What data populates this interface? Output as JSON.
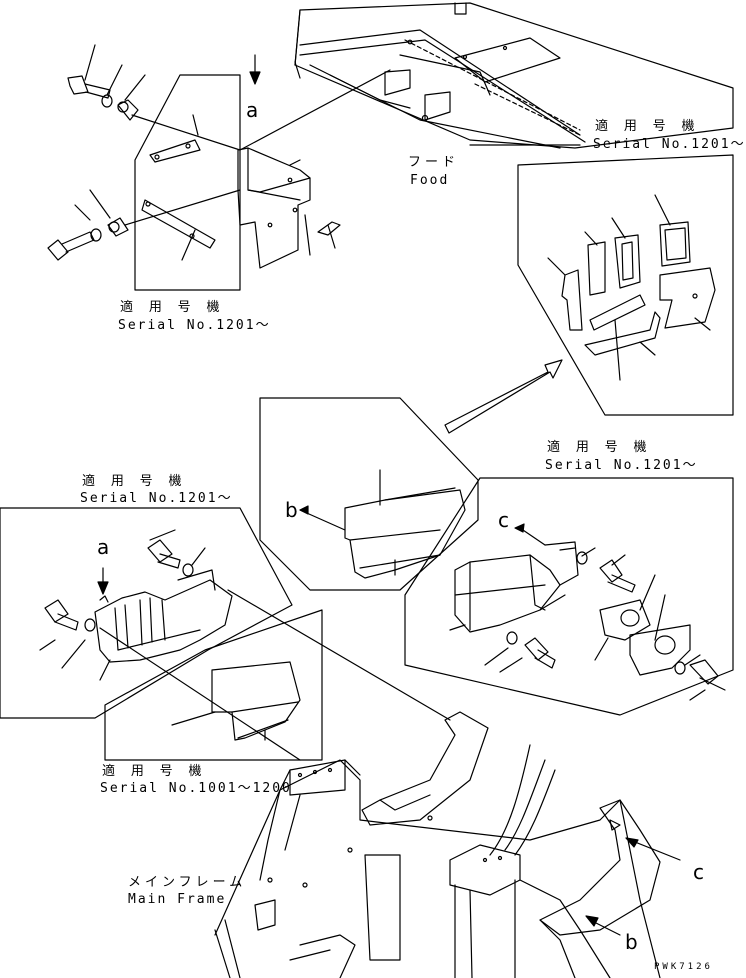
{
  "applicability": {
    "top_left": {
      "jp": "適 用 号 機",
      "serial": "Serial No.1201〜"
    },
    "top_right": {
      "jp": "適 用 号 機",
      "serial": "Serial No.1201〜"
    },
    "middle_right": {
      "jp": "適 用 号 機",
      "serial": "Serial No.1201〜"
    },
    "middle_left": {
      "jp": "適 用 号 機",
      "serial": "Serial No.1201〜"
    },
    "lower_left": {
      "jp": "適 用 号 機",
      "serial": "Serial No.1001〜1200"
    }
  },
  "parts": {
    "hood": {
      "jp": "フード",
      "en": "Food"
    },
    "main_frame": {
      "jp": "メインフレーム",
      "en": "Main Frame"
    }
  },
  "callouts": {
    "a_top": "a",
    "a_left": "a",
    "b_middle": "b",
    "b_bottom": "b",
    "c_middle": "c",
    "c_bottom": "c"
  },
  "drawing_code": "PWK7126"
}
